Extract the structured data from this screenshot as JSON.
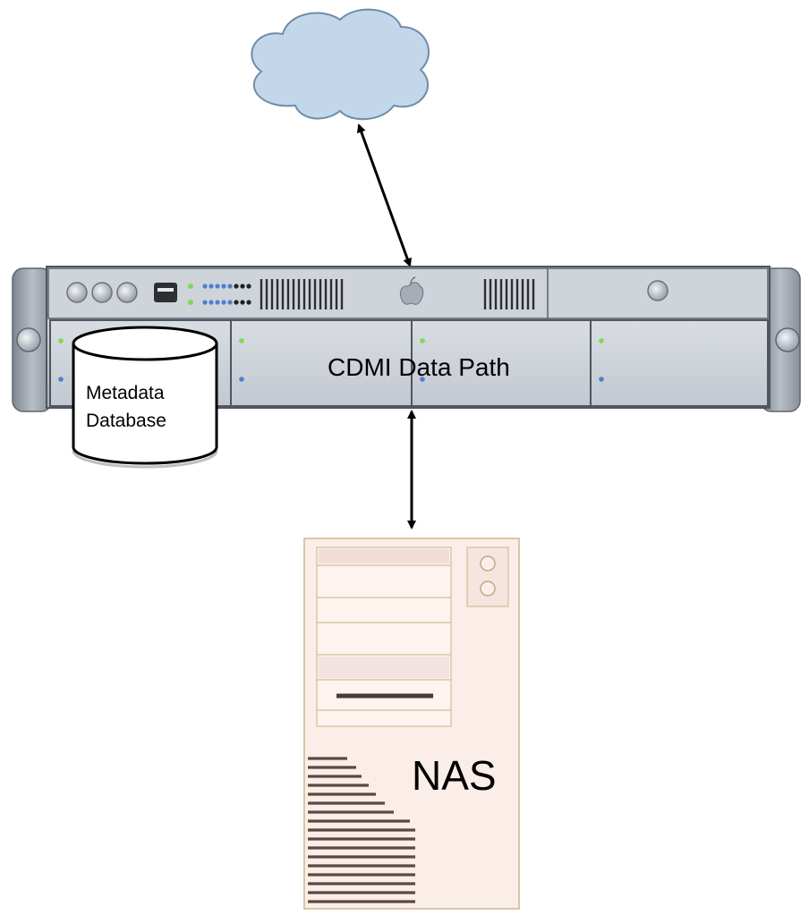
{
  "diagram": {
    "nodes": {
      "cloud": {
        "label": "",
        "icon": "cloud-icon"
      },
      "server": {
        "label": "CDMI Data Path",
        "icon": "rack-server-icon"
      },
      "database": {
        "label_line1": "Metadata",
        "label_line2": "Database",
        "icon": "database-cylinder-icon"
      },
      "nas": {
        "label": "NAS",
        "icon": "nas-tower-icon"
      }
    },
    "edges": [
      {
        "from": "cloud",
        "to": "server",
        "direction": "bidirectional"
      },
      {
        "from": "server",
        "to": "nas",
        "direction": "bidirectional"
      }
    ],
    "colors": {
      "cloud_fill": "#c2d8ea",
      "cloud_stroke": "#6f8ca8",
      "server_face": "#c9ced6",
      "nas_fill": "#fbeee8",
      "nas_stroke": "#d8c7a6",
      "nas_stripe": "#5a4a42"
    }
  }
}
